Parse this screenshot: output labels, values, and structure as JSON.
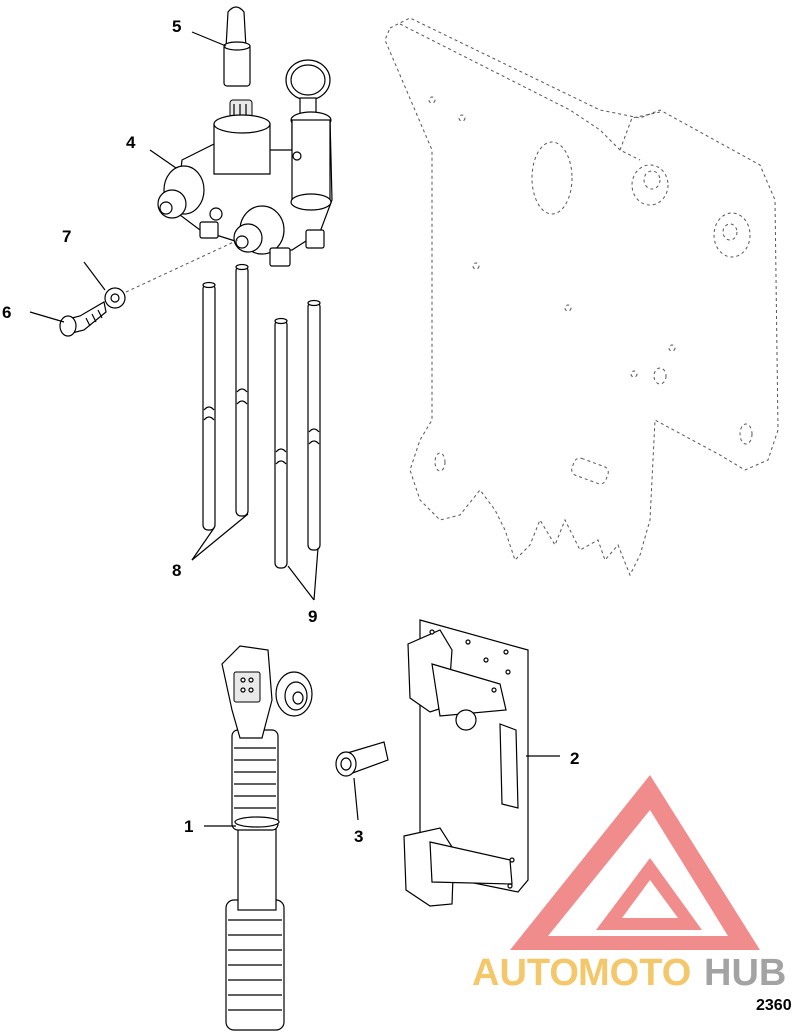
{
  "callouts": {
    "c1": "1",
    "c2": "2",
    "c3": "3",
    "c4": "4",
    "c5": "5",
    "c6": "6",
    "c7": "7",
    "c8": "8",
    "c9": "9"
  },
  "figure_number": "2360",
  "watermark": {
    "word_a": "AUTO",
    "word_b": "MOTO",
    "word_c": "HUB",
    "logo_color": "#f08080",
    "accent_color": "#f2c15a",
    "grey_color": "#9a9a9a"
  }
}
